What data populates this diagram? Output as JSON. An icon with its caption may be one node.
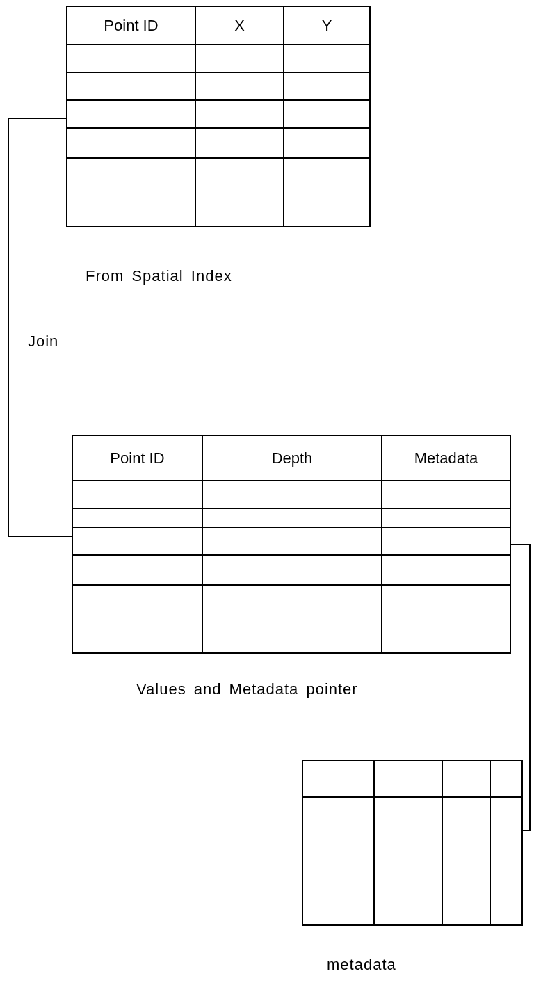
{
  "diagram": {
    "nodes": [
      {
        "text": [
          "Point ID",
          "X",
          "Y"
        ],
        "beside": [
          "From Spatial Index"
        ]
      },
      {
        "text": [
          "Point ID",
          "Depth",
          "Metadata"
        ],
        "beside": [
          "Values and Metadata pointer"
        ]
      },
      {
        "text": [],
        "shape": "box",
        "beside": [
          "metadata"
        ]
      }
    ],
    "edges": [
      {
        "from": 0,
        "to": 1,
        "arrow": "none",
        "label": "Join"
      },
      {
        "from": 1,
        "to": 2,
        "arrow": "none"
      }
    ]
  }
}
